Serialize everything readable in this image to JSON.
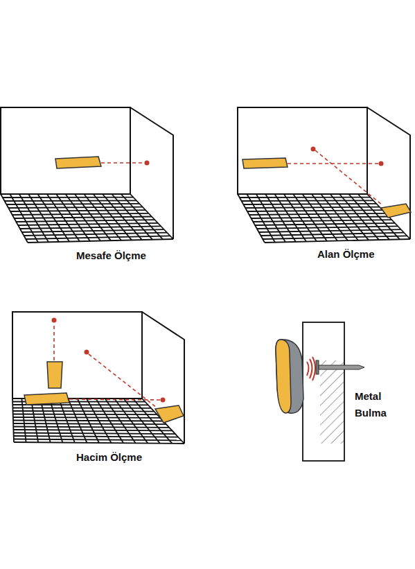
{
  "diagram": {
    "labels": [
      "Mesafe Ölçme",
      "Alan Ölçme",
      "Hacim Ölçme",
      "Metal Bulma"
    ]
  }
}
